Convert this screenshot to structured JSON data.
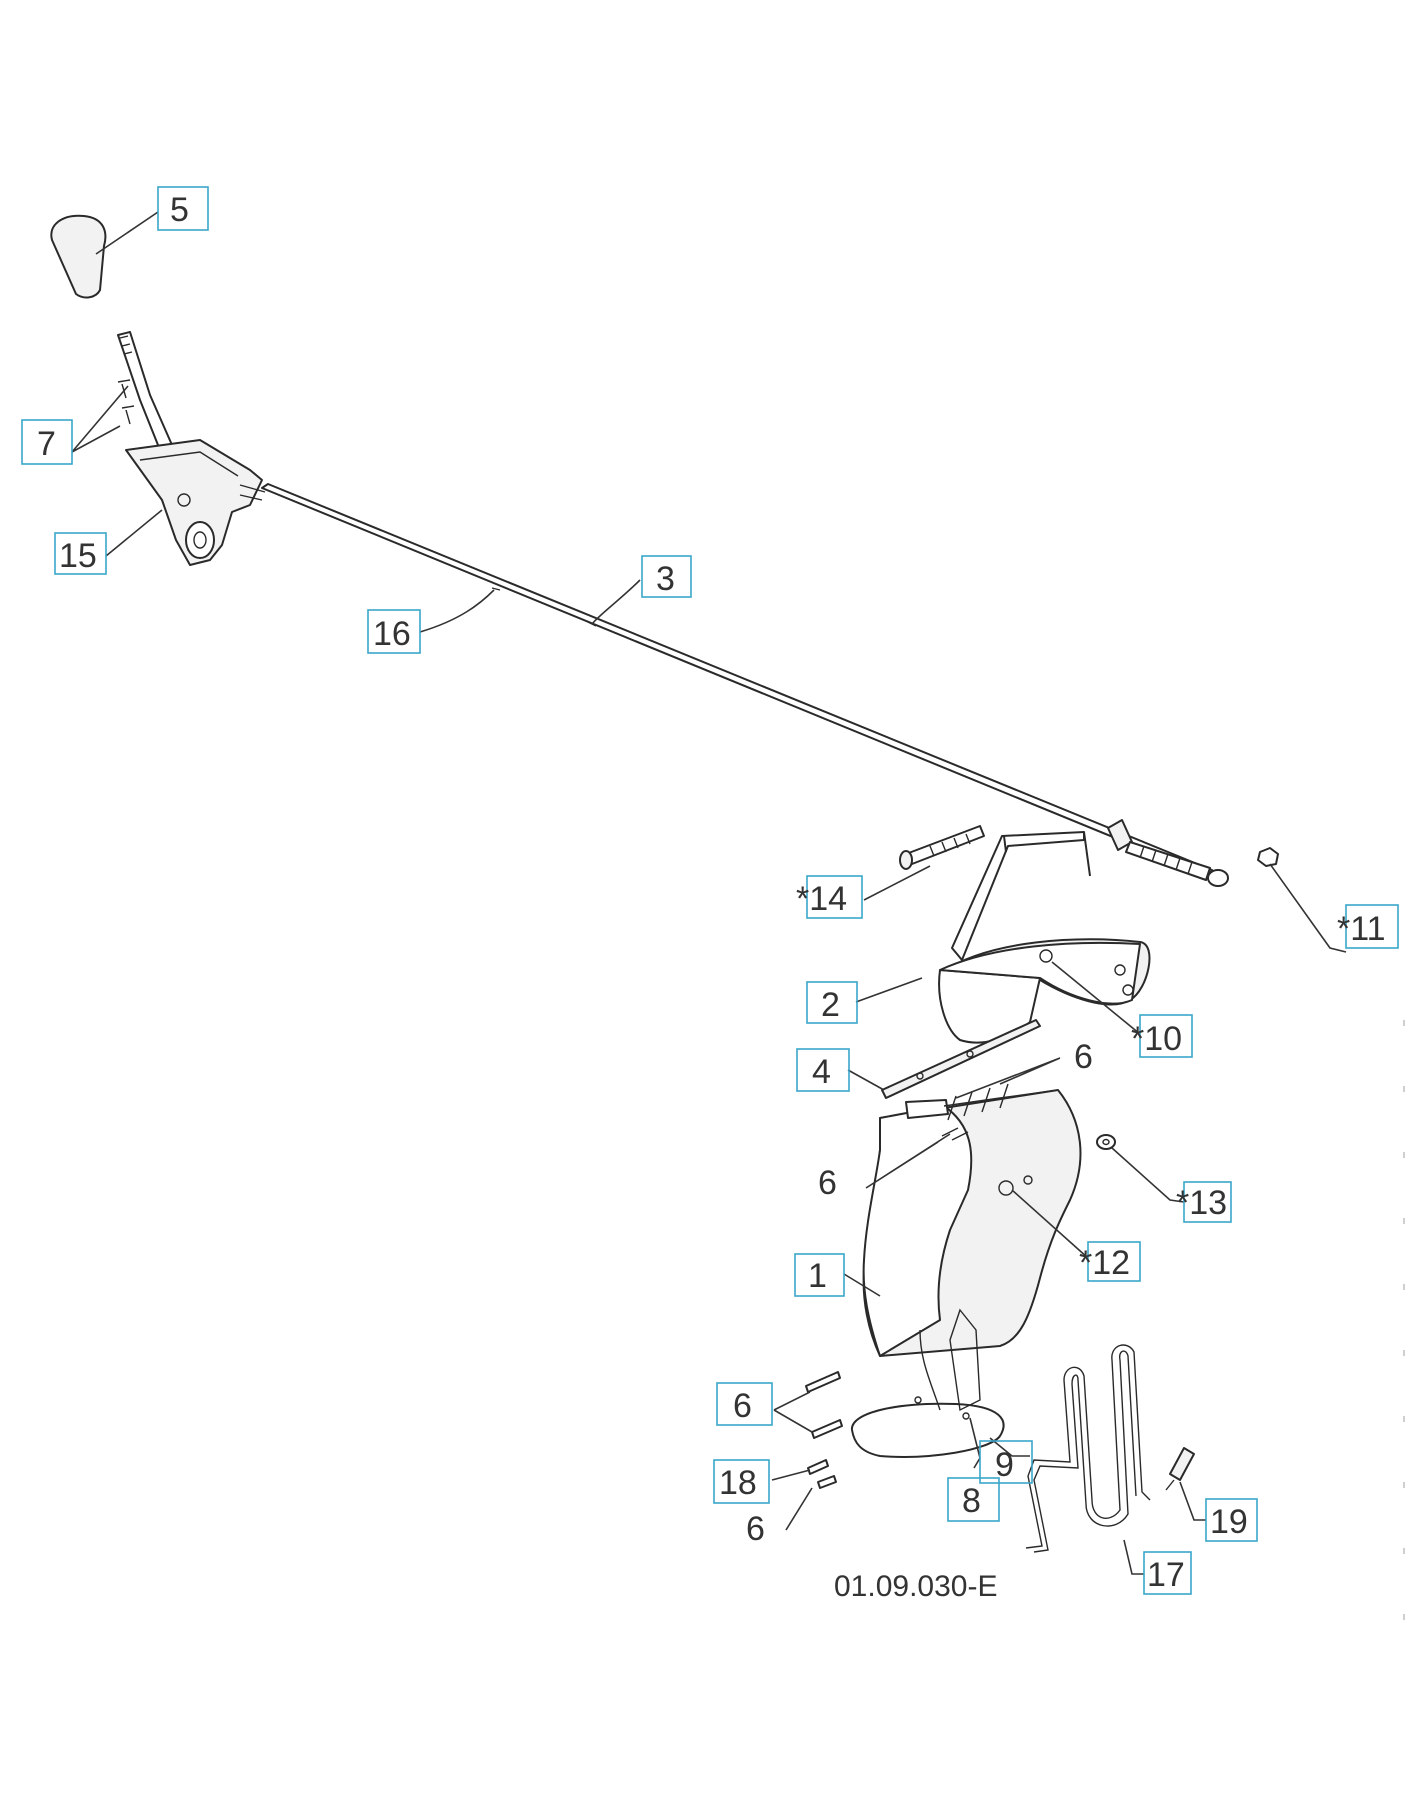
{
  "diagram": {
    "drawing_code": "01.09.030-E",
    "callouts": {
      "c5": "5",
      "c7": "7",
      "c15": "15",
      "c16": "16",
      "c3": "3",
      "c14": "*14",
      "c11": "*11",
      "c2": "2",
      "c10": "*10",
      "c4": "4",
      "c6_top": "6",
      "c6_left": "6",
      "c13": "*13",
      "c12": "*12",
      "c1": "1",
      "c6_box": "6",
      "c18": "18",
      "c6_bottom": "6",
      "c9": "9",
      "c8": "8",
      "c19": "19",
      "c17": "17"
    }
  }
}
